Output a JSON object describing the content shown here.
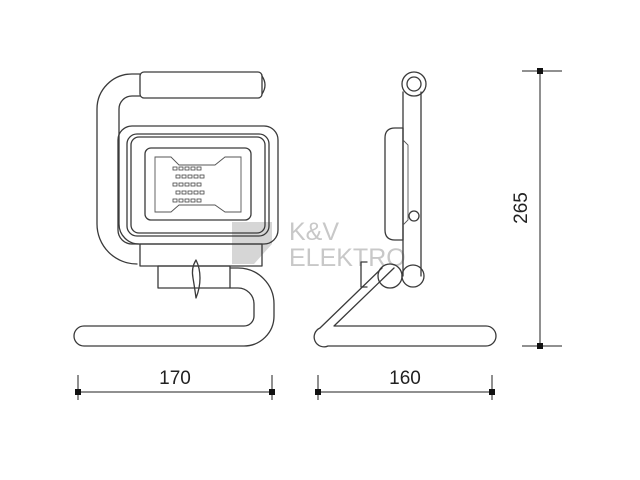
{
  "dimensions": {
    "width_front": "170",
    "depth_side": "160",
    "height": "265"
  },
  "watermark": {
    "line1": "K&V",
    "line2": "ELEKTRO"
  },
  "colors": {
    "line": "#3a3a3a",
    "watermark": "#c8c8c8"
  }
}
